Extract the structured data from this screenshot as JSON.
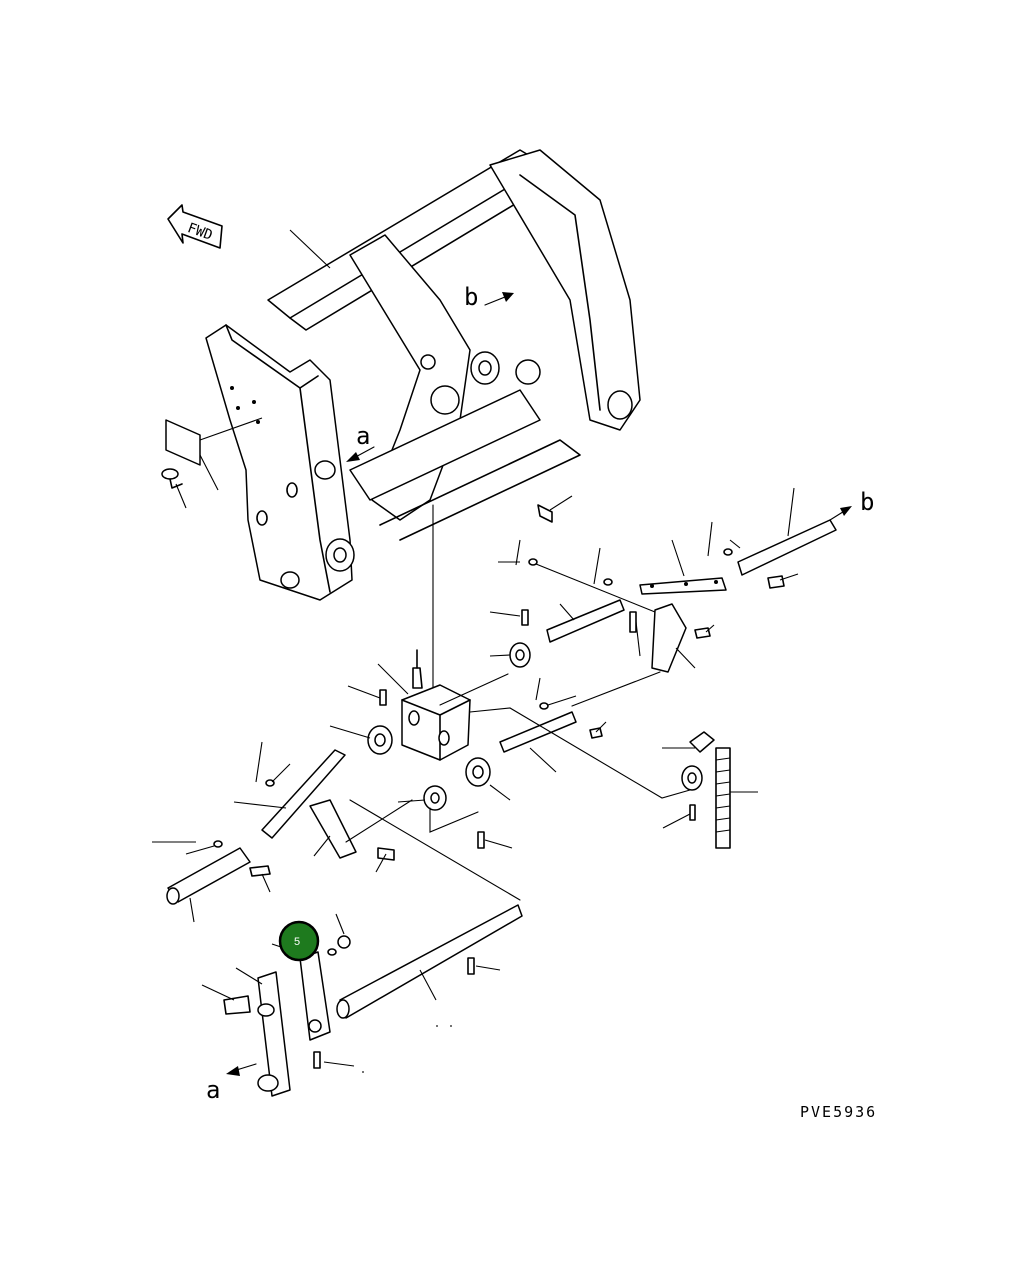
{
  "diagram": {
    "fwd_label": "FWD",
    "view_labels": {
      "a_top": "a",
      "b_top": "b",
      "b_right": "b",
      "a_bottom": "a"
    },
    "drawing_code": "PVE5936",
    "callouts": [
      {
        "number": "5",
        "fill": "#1e7a1e",
        "stroke": "#000000"
      }
    ]
  }
}
